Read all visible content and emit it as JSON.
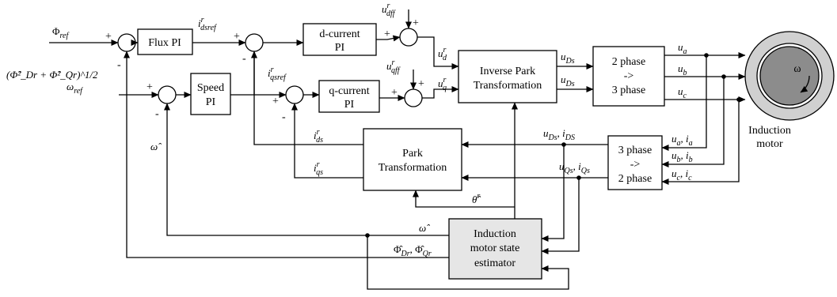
{
  "blocks": {
    "flux_pi": "Flux PI",
    "d_current_pi": [
      "d-current",
      "PI"
    ],
    "q_current_pi": [
      "q-current",
      "PI"
    ],
    "speed_pi": [
      "Speed",
      "PI"
    ],
    "inverse_park": [
      "Inverse Park",
      "Transformation"
    ],
    "two_to_three": [
      "2 phase",
      "->",
      "3 phase"
    ],
    "three_to_two": [
      "3 phase",
      "->",
      "2 phase"
    ],
    "park": [
      "Park",
      "Transformation"
    ],
    "estimator": [
      "Induction",
      "motor state",
      "estimator"
    ],
    "motor": [
      "Induction",
      "motor"
    ],
    "motor_omega": "ω"
  },
  "signals": {
    "phi_ref": "Φ",
    "phi_ref_sub": "ref",
    "magnitude_expr": "(Φ̂²_Dr + Φ̂²_Qr)^1/2",
    "omega_ref": "ω",
    "omega_ref_sub": "ref",
    "i_dsref": "i",
    "i_dsref_sup": "r",
    "i_dsref_sub": "dsref",
    "i_qsref": "i",
    "i_qsref_sup": "r",
    "i_qsref_sub": "qsref",
    "u_dff": "u",
    "u_dff_sup": "r",
    "u_dff_sub": "dff",
    "u_qff": "u",
    "u_qff_sup": "r",
    "u_qff_sub": "qff",
    "u_d": "u",
    "u_d_sup": "r",
    "u_d_sub": "d",
    "u_q": "u",
    "u_q_sup": "r",
    "u_q_sub": "q",
    "u_Ds_top": "u",
    "u_Ds_top_sub": "Ds",
    "u_Ds_bot": "u",
    "u_Ds_bot_sub": "Ds",
    "u_a": "u",
    "u_a_sub": "a",
    "u_b": "u",
    "u_b_sub": "b",
    "u_c": "u",
    "u_c_sub": "c",
    "ua_ia": "u",
    "ua_ia_sub1": "a",
    "ua_ia_mid": ", i",
    "ua_ia_sub2": "a",
    "ub_ib": "u",
    "ub_ib_sub1": "b",
    "ub_ib_mid": ", i",
    "ub_ib_sub2": "b",
    "uc_ic": "u",
    "uc_ic_sub1": "c",
    "uc_ic_mid": ", i",
    "uc_ic_sub2": "c",
    "uDs_iDs": "u",
    "uDs_iDs_sub1": "Ds",
    "uDs_iDs_mid": ", i",
    "uDs_iDs_sub2": "DS",
    "uQs_iQs": "u",
    "uQs_iQs_sub1": "Qs",
    "uQs_iQs_mid": ", i",
    "uQs_iQs_sub2": "Qs",
    "i_ds": "i",
    "i_ds_sup": "r",
    "i_ds_sub": "ds",
    "i_qs": "i",
    "i_qs_sup": "r",
    "i_qs_sub": "qs",
    "theta": "θ̂",
    "theta_sup": "r",
    "omega_hat_left": "ω̂",
    "omega_hat_est": "ω̂",
    "phi_hat_est": "Φ̂",
    "phi_hat_est_sub1": "Dr",
    "phi_hat_est_mid": ", Φ̂",
    "phi_hat_est_sub2": "Qr"
  },
  "signs": {
    "plus": "+",
    "minus": "-"
  },
  "colors": {
    "line": "#000000",
    "block_fill": "#ffffff",
    "estimator_fill": "#e6e6e6",
    "motor_outer": "#d0d0d0",
    "motor_rotor": "#8c8c8c"
  }
}
